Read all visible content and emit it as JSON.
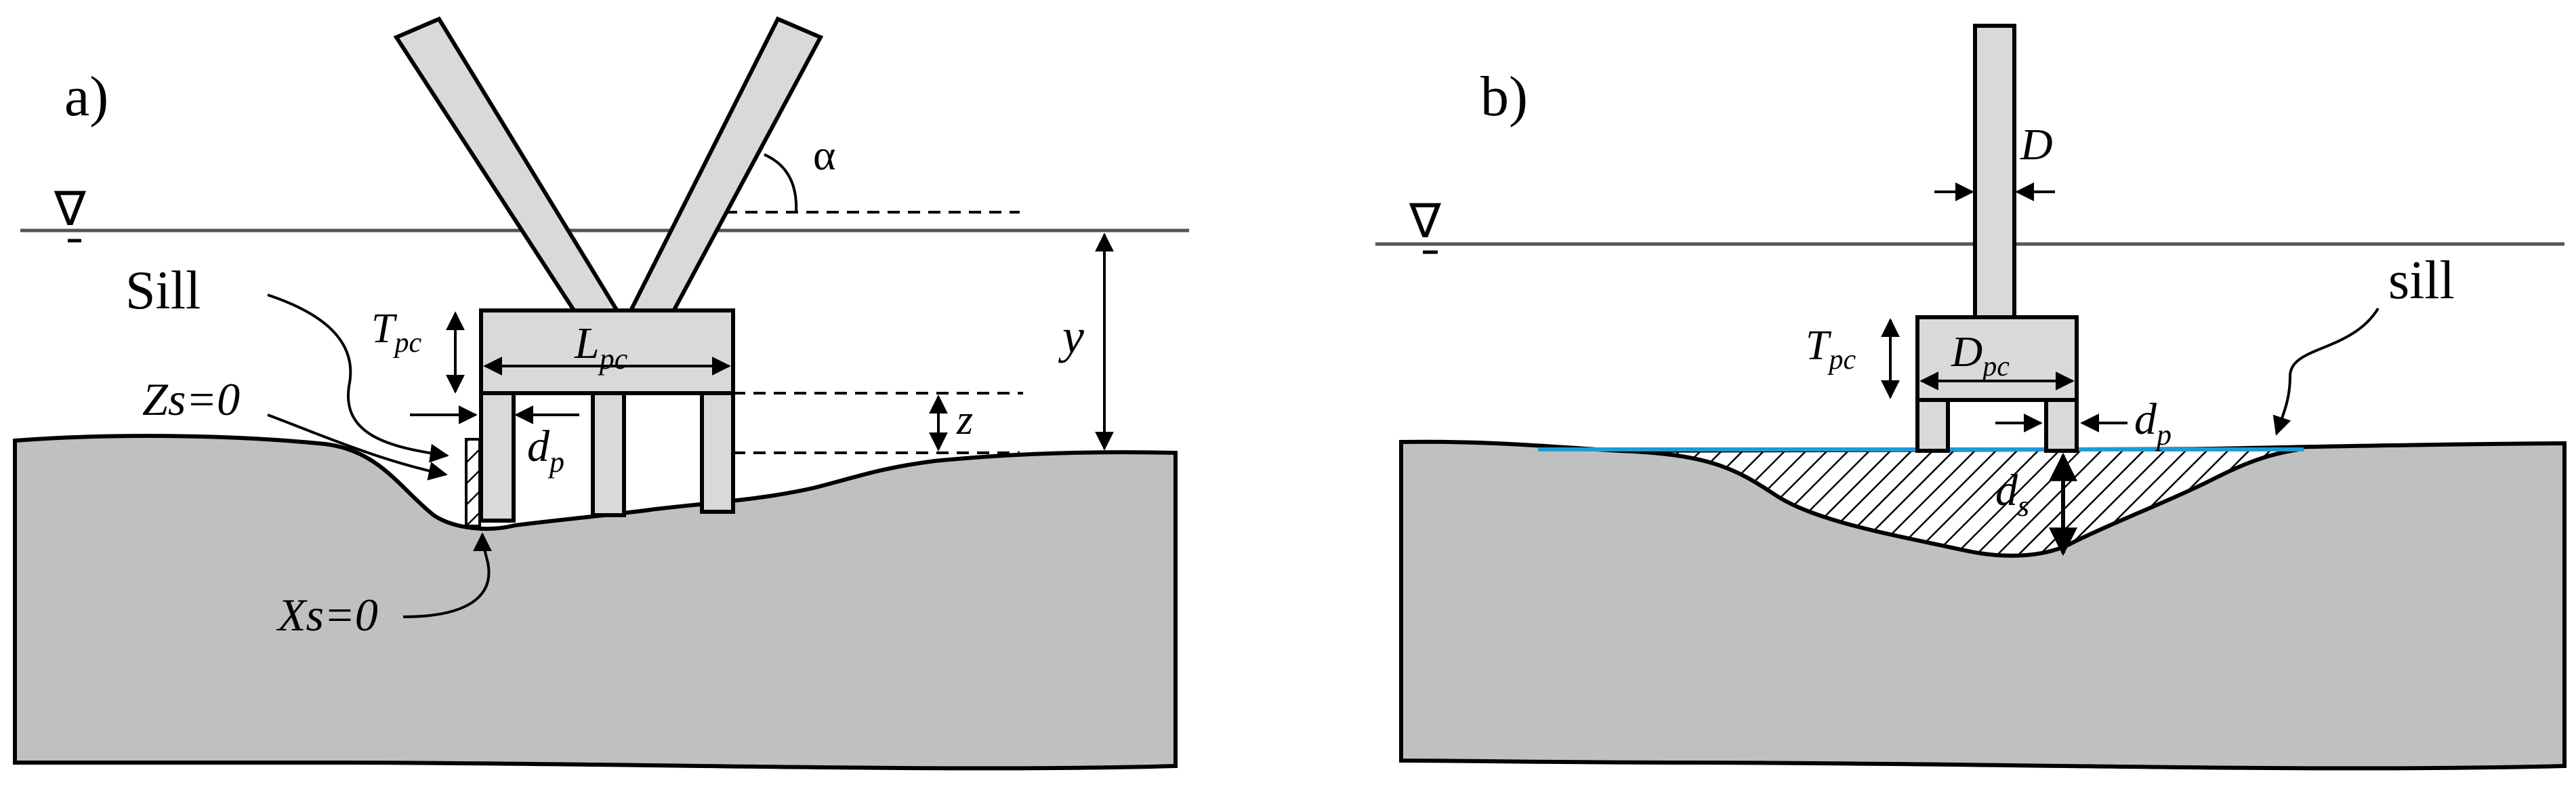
{
  "panel_a": {
    "panel_label": "a)",
    "water_symbol": "∇",
    "alpha": "α",
    "sill": "Sill",
    "T_pc": {
      "main": "T",
      "sub": "pc"
    },
    "L_pc": {
      "main": "L",
      "sub": "pc"
    },
    "Z_s": "Zs=0",
    "X_s": "Xs=0",
    "d_p": {
      "main": "d",
      "sub": "p"
    },
    "z": "z",
    "y": "y"
  },
  "panel_b": {
    "panel_label": "b)",
    "water_symbol": "∇",
    "D": "D",
    "sill": "sill",
    "T_pc": {
      "main": "T",
      "sub": "pc"
    },
    "D_pc": {
      "main": "D",
      "sub": "pc"
    },
    "d_p": {
      "main": "d",
      "sub": "p"
    },
    "d_s": {
      "main": "d",
      "sub": "s"
    }
  },
  "colors": {
    "seabed": "#c0c0c0",
    "structure": "#d9d9d9",
    "water_line": "#555555",
    "sill_line": "#1e9bd7"
  }
}
